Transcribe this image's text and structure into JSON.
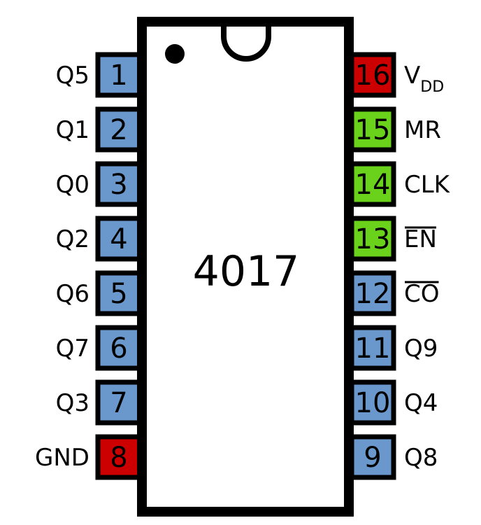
{
  "chip": {
    "name": "4017"
  },
  "colors": {
    "body_fill": "#ffffff",
    "body_stroke": "#000000",
    "io_pin": "#6a98cc",
    "power_pin": "#cc0000",
    "control_pin": "#6ad21a"
  },
  "pins_left": [
    {
      "number": "1",
      "label": "Q5",
      "kind": "io"
    },
    {
      "number": "2",
      "label": "Q1",
      "kind": "io"
    },
    {
      "number": "3",
      "label": "Q0",
      "kind": "io"
    },
    {
      "number": "4",
      "label": "Q2",
      "kind": "io"
    },
    {
      "number": "5",
      "label": "Q6",
      "kind": "io"
    },
    {
      "number": "6",
      "label": "Q7",
      "kind": "io"
    },
    {
      "number": "7",
      "label": "Q3",
      "kind": "io"
    },
    {
      "number": "8",
      "label": "GND",
      "kind": "power"
    }
  ],
  "pins_right": [
    {
      "number": "16",
      "label": "V",
      "sub": "DD",
      "kind": "power"
    },
    {
      "number": "15",
      "label": "MR",
      "kind": "control"
    },
    {
      "number": "14",
      "label": "CLK",
      "kind": "control"
    },
    {
      "number": "13",
      "label": "EN",
      "overline": true,
      "kind": "control"
    },
    {
      "number": "12",
      "label": "CO",
      "overline": true,
      "kind": "io"
    },
    {
      "number": "11",
      "label": "Q9",
      "kind": "io"
    },
    {
      "number": "10",
      "label": "Q4",
      "kind": "io"
    },
    {
      "number": "9",
      "label": "Q8",
      "kind": "io"
    }
  ]
}
